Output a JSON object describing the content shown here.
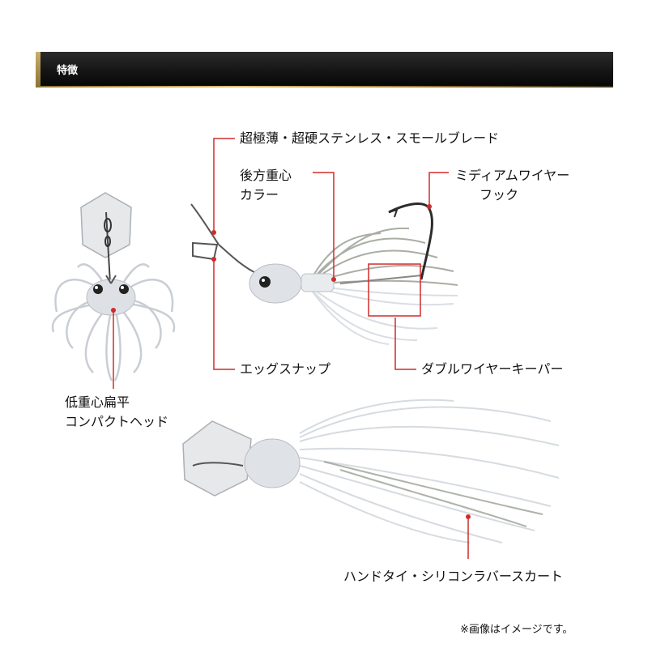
{
  "section": {
    "title": "特徴"
  },
  "labels": {
    "blade": "超極薄・超硬ステンレス・スモールブレード",
    "rear_weight_line1": "後方重心",
    "rear_weight_line2": "カラー",
    "hook_line1": "ミディアムワイヤー",
    "hook_line2": "フック",
    "snap": "エッグスナップ",
    "keeper": "ダブルワイヤーキーパー",
    "head_line1": "低重心扁平",
    "head_line2": "コンパクトヘッド",
    "skirt": "ハンドタイ・シリコンラバースカート"
  },
  "footnote": "※画像はイメージです。",
  "colors": {
    "callout": "#d12b2b",
    "header_accent": "#c9b06a",
    "skirt": "#e8ecf0",
    "blade": "#e6e8ea"
  }
}
